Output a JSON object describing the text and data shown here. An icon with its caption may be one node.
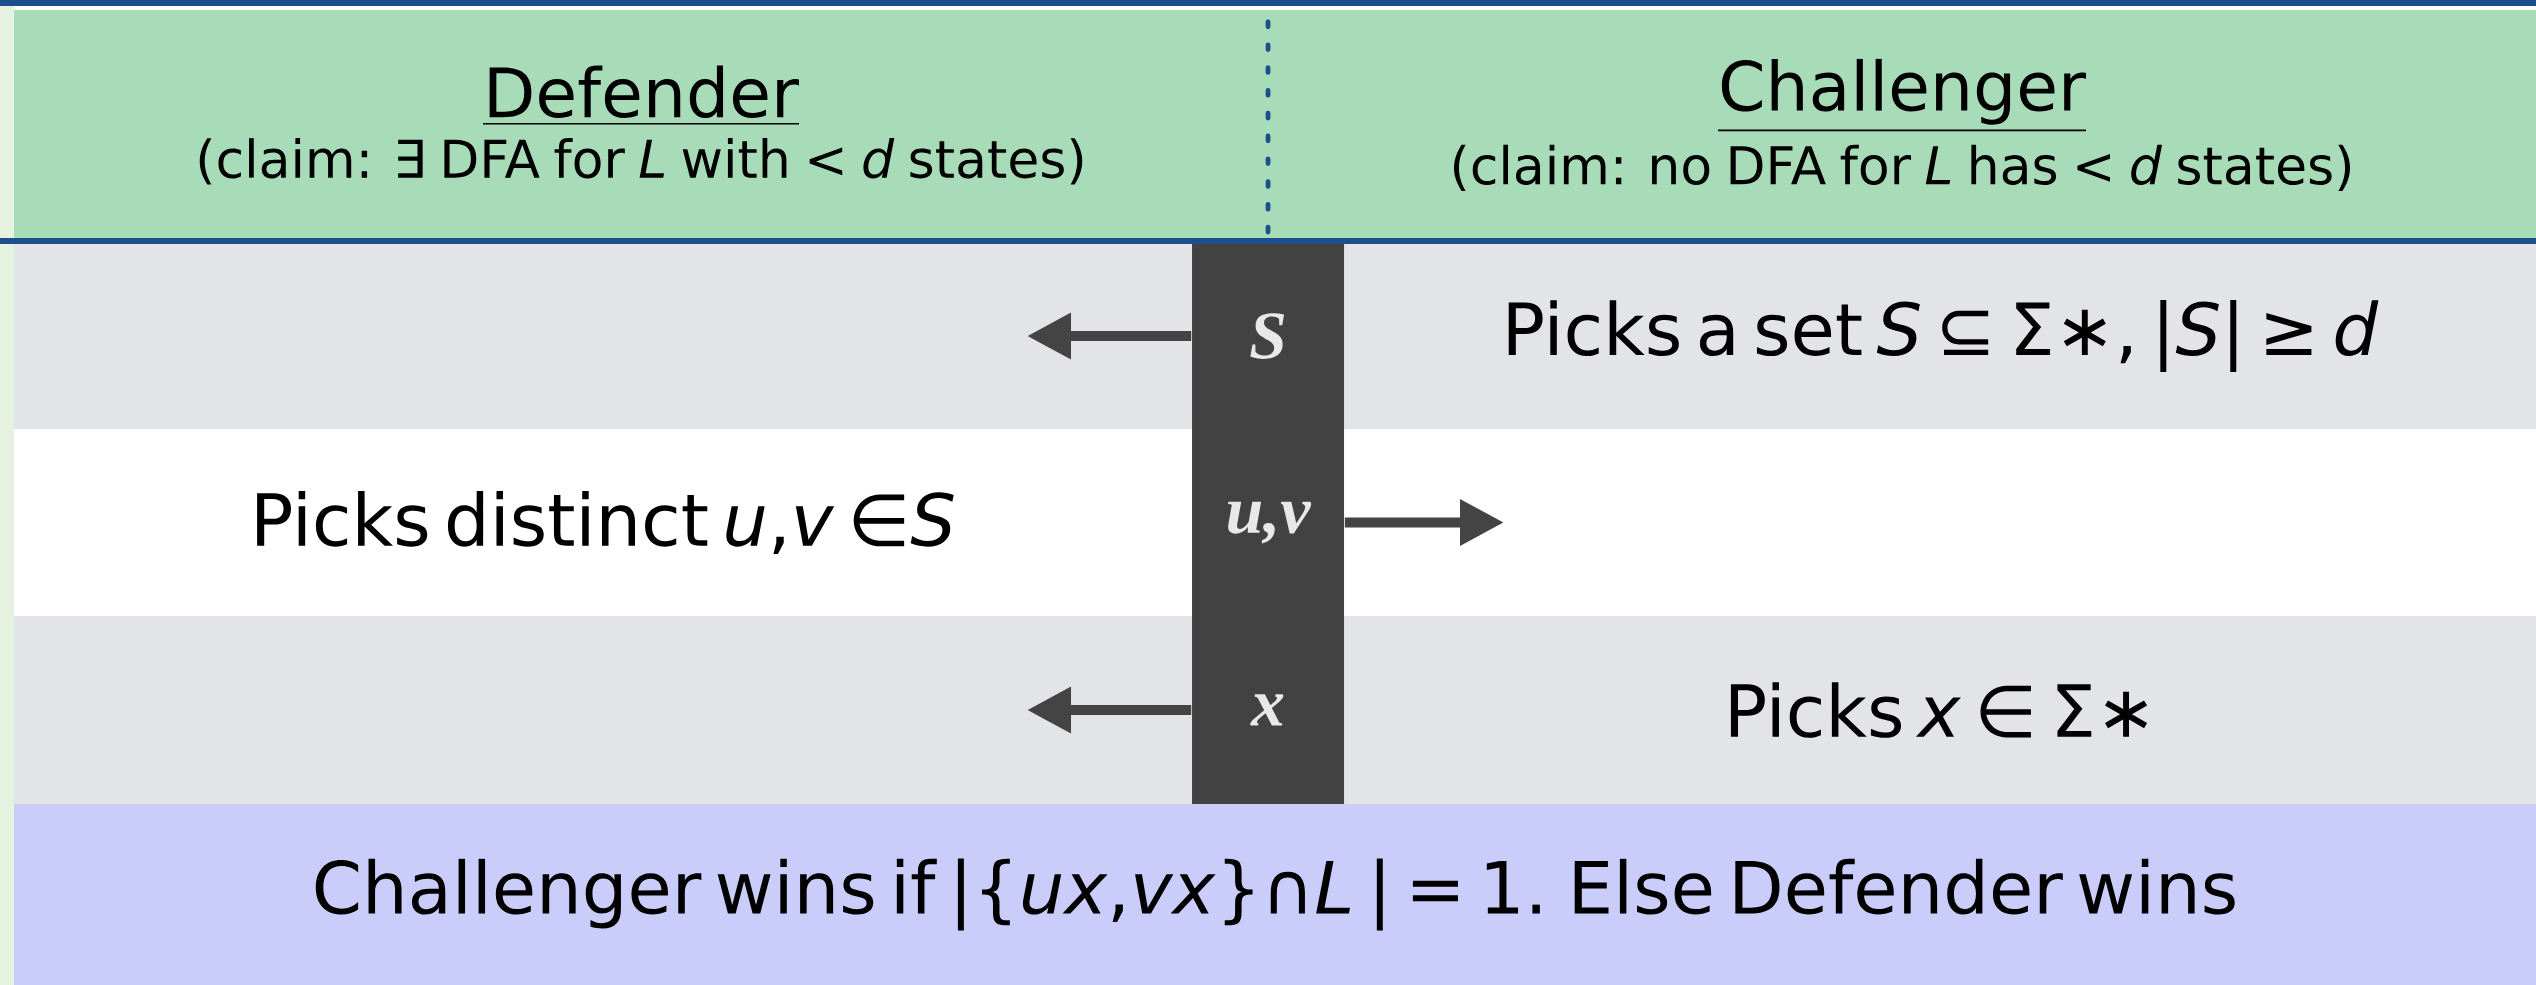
{
  "diagram": {
    "nodes": [
      {
        "text": [
          "Defender",
          "(claim: ∃ DFA for *L* with < *d* states)"
        ]
      },
      {
        "text": [
          "Challenger",
          "(claim: no DFA for *L* has < *d* states)"
        ]
      },
      {
        "text": [
          "Picks a set *S* ⊆ Σ∗, |*S*| ≥ *d*"
        ]
      },
      {
        "text": [
          "Picks distinct *u*,*v* ∈*S*"
        ]
      },
      {
        "text": [
          "Picks *x* ∈ Σ∗"
        ]
      },
      {
        "text": [
          "Challenger wins if |{*ux*,*vx*}∩*L* | = 1. Else Defender wins"
        ]
      },
      {
        "text": [],
        "shape": "bar"
      },
      {
        "text": [
          "S"
        ],
        "in": 6
      },
      {
        "text": [
          "u,v"
        ],
        "in": 6
      },
      {
        "text": [
          "x"
        ],
        "in": 6
      }
    ],
    "edges": [
      {
        "from": 7,
        "to": null,
        "arrow": "to"
      },
      {
        "from": 8,
        "to": null,
        "arrow": "to"
      },
      {
        "from": 9,
        "to": null,
        "arrow": "to"
      }
    ]
  }
}
